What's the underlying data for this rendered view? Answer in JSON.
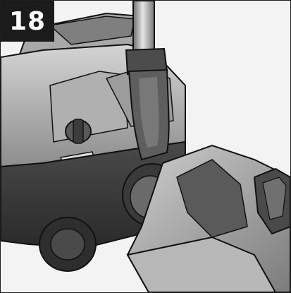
{
  "step": {
    "number": "18"
  },
  "illustration": {
    "subject": "vacuum-cleaner-with-floor-nozzle",
    "style": "grayscale"
  },
  "colors": {
    "badge_bg": "#1b1b1b",
    "badge_text": "#ffffff",
    "body_light": "#b9b9b9",
    "body_dark": "#3a3a3a",
    "outline": "#111111"
  }
}
